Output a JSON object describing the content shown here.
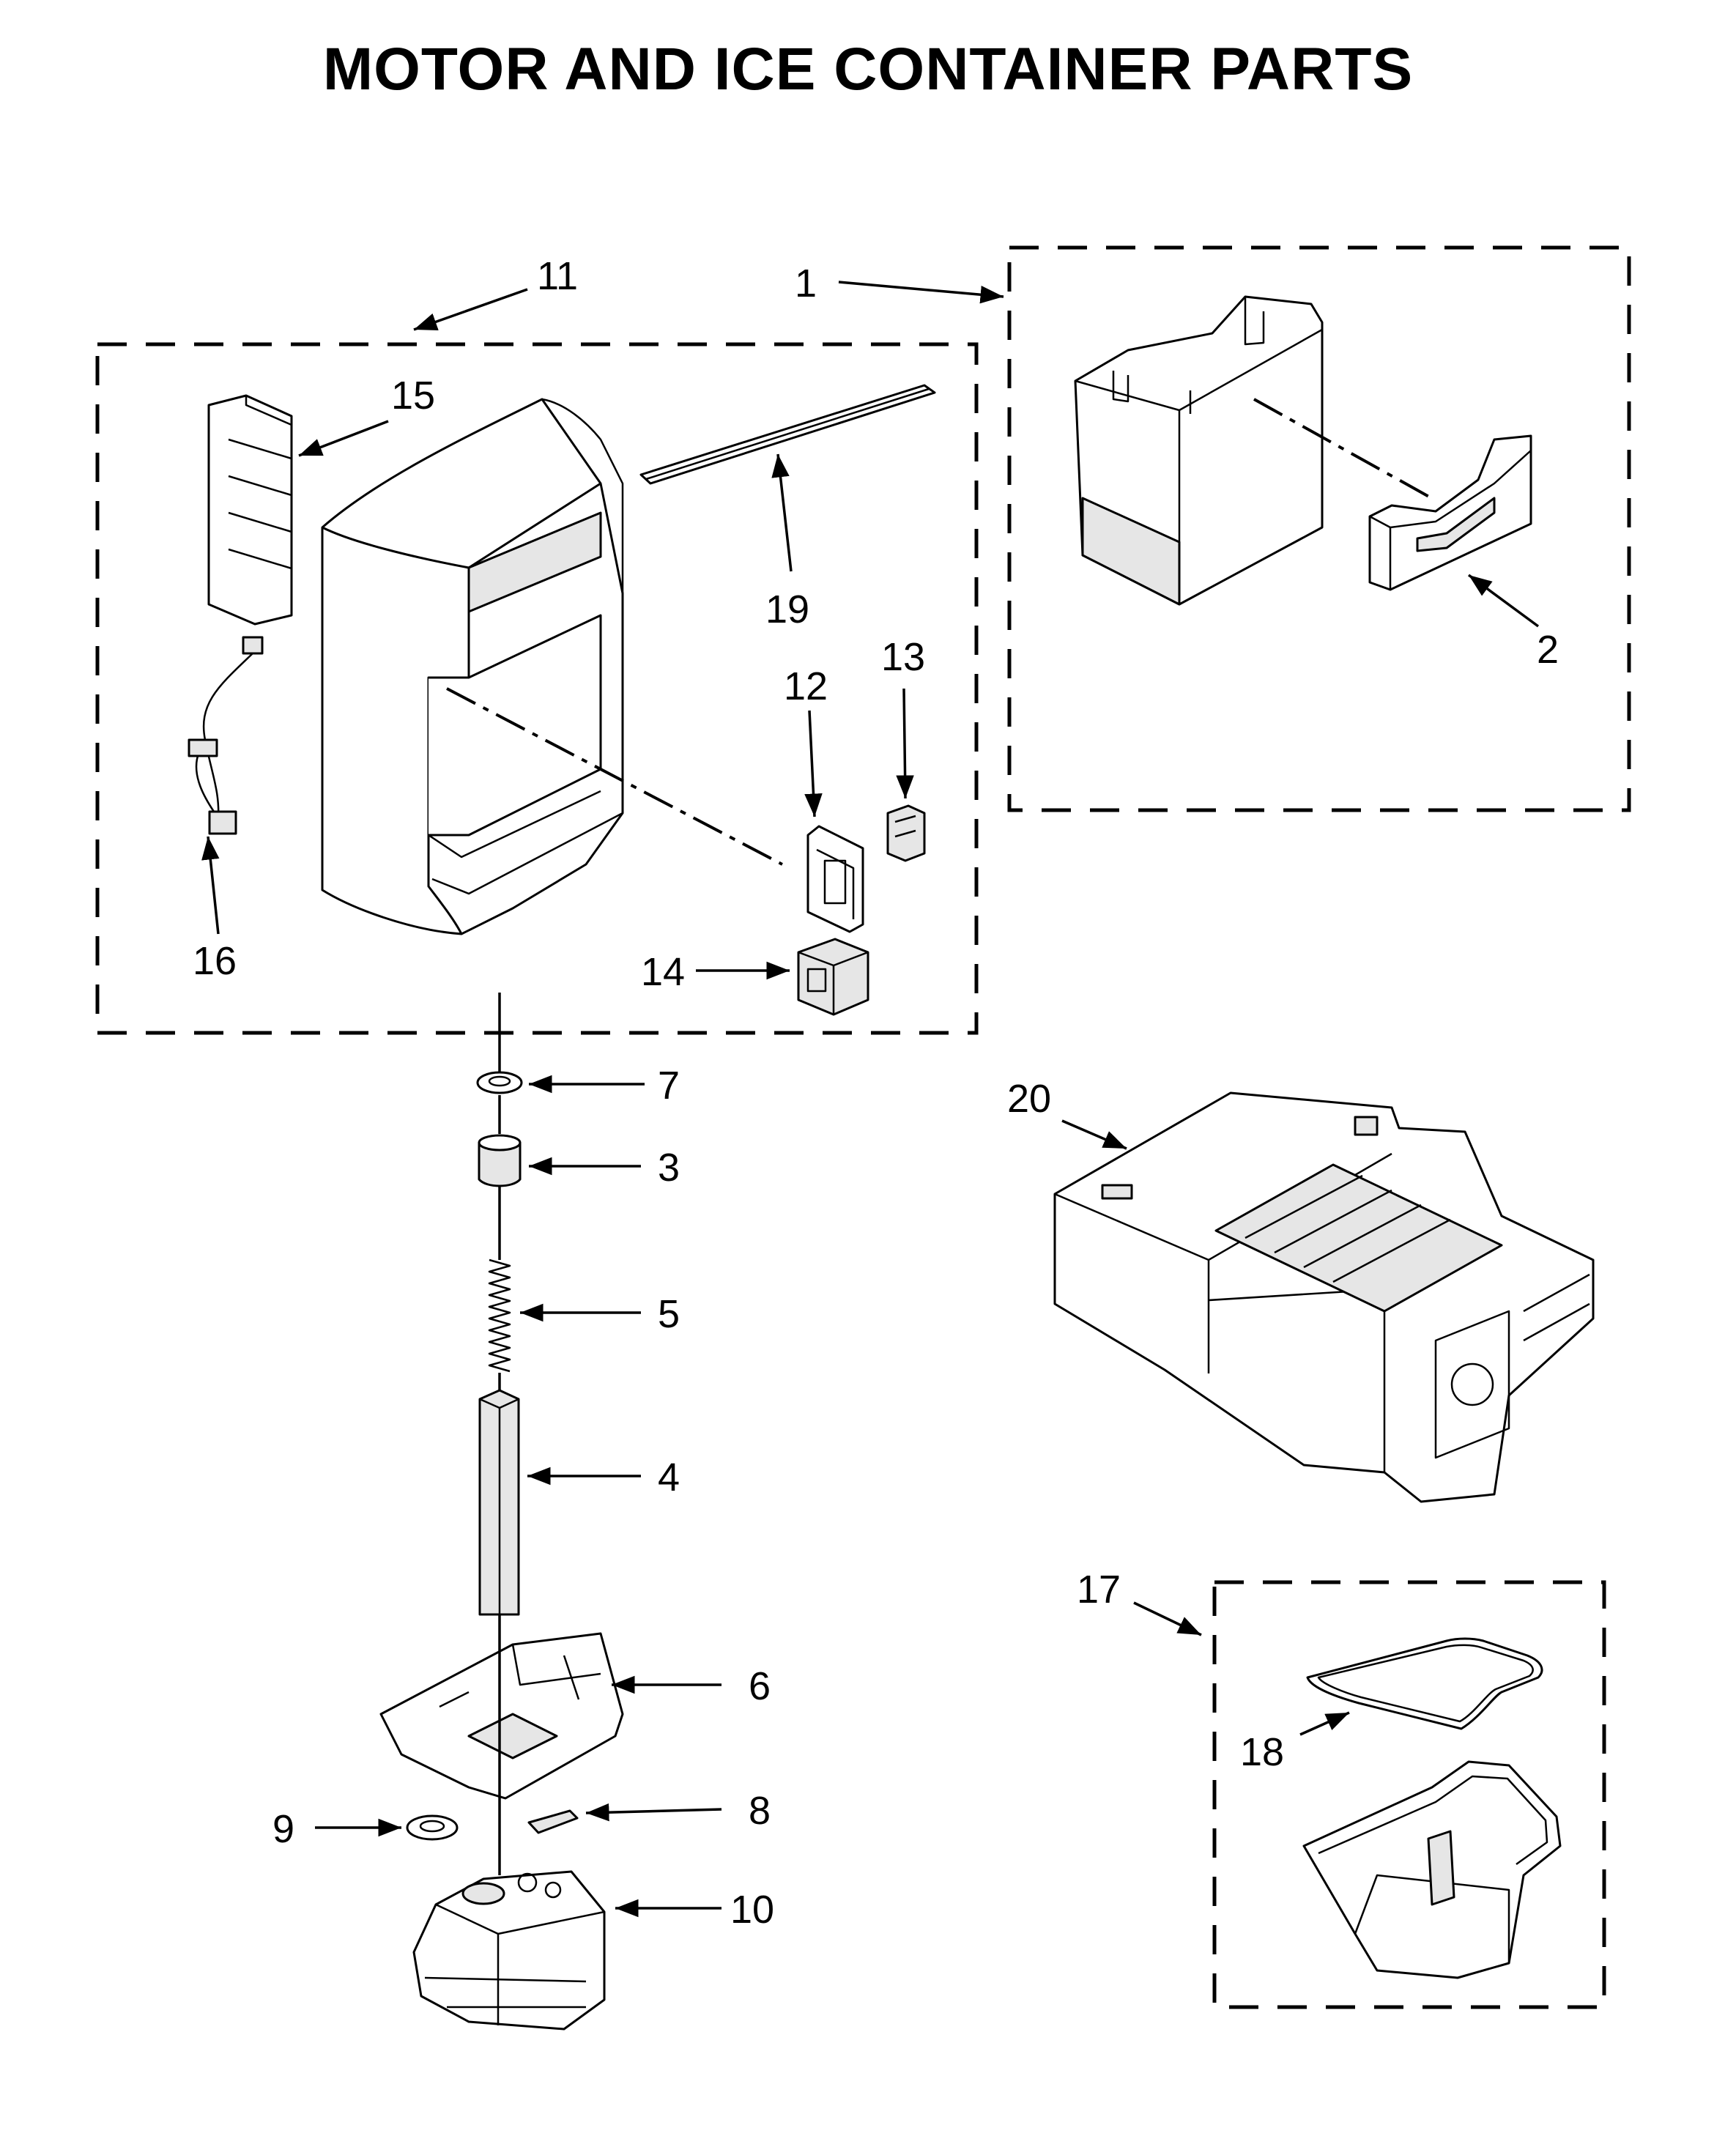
{
  "title": "MOTOR AND ICE CONTAINER PARTS",
  "callouts": {
    "c1": "1",
    "c2": "2",
    "c3": "3",
    "c4": "4",
    "c5": "5",
    "c6": "6",
    "c7": "7",
    "c8": "8",
    "c9": "9",
    "c10": "10",
    "c11": "11",
    "c12": "12",
    "c13": "13",
    "c14": "14",
    "c15": "15",
    "c16": "16",
    "c17": "17",
    "c18": "18",
    "c19": "19",
    "c20": "20"
  }
}
